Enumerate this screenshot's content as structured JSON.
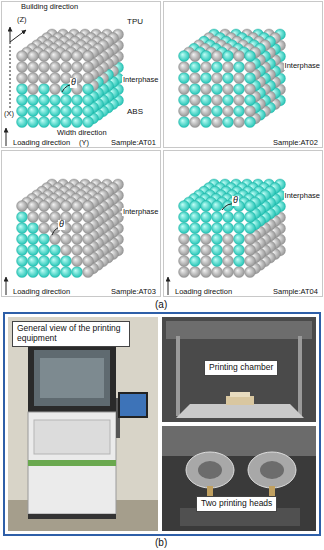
{
  "diagram": {
    "nodes": [
      {
        "text": [
          "General view of the printing equipment"
        ]
      },
      {
        "text": [
          "Printing chamber"
        ]
      },
      {
        "text": [
          "Two printing heads"
        ]
      }
    ],
    "labels": [
      "(Z)",
      "Building direction",
      "TPU",
      "θ",
      "Interphase",
      "ABS",
      "(X)",
      "Width direction",
      "Loading direction",
      "(Y)",
      "Sample:AT01",
      "Interphase",
      "Sample:AT02",
      "θ",
      "Interphase",
      "Loading direction",
      "Sample:AT03",
      "θ",
      "Interphase",
      "Loading direction",
      "Sample:AT04",
      "(a)",
      "(b)"
    ]
  }
}
